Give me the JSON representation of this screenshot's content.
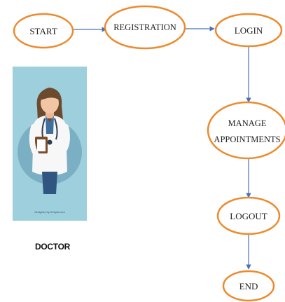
{
  "diagram": {
    "nodes": {
      "start": "START",
      "registration": "REGISTRATION",
      "login": "LOGIN",
      "manage_line1": "MANAGE",
      "manage_line2": "APPOINTMENTS",
      "logout": "LOGOUT",
      "end": "END"
    },
    "role_label": "DOCTOR",
    "illustration_caption": "designed by freepik.com",
    "colors": {
      "node_border": "#ED8A2E",
      "edge": "#4A72B8",
      "illustration_bg": "#9DCFDD"
    }
  }
}
